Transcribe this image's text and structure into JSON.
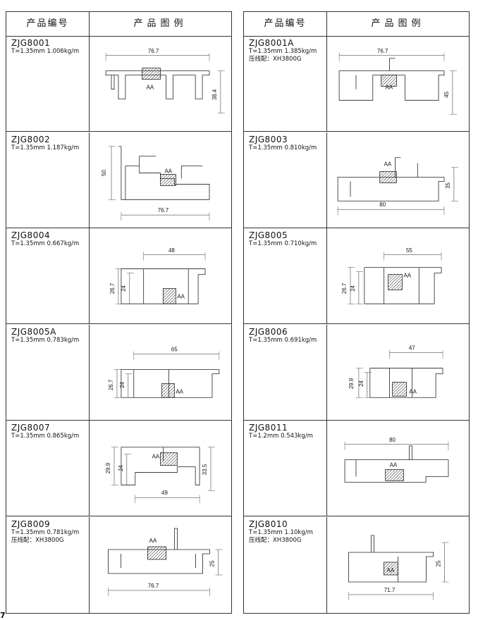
{
  "header": {
    "code_col": "产品编号",
    "drawing_col": "产品图例"
  },
  "left": [
    {
      "code": "ZJG8001",
      "spec": "T=1.35mm 1.006kg/m",
      "note": "",
      "dims": [
        "76.7",
        "38.4"
      ],
      "label": "AA"
    },
    {
      "code": "ZJG8002",
      "spec": "T=1.35mm 1.187kg/m",
      "note": "",
      "dims": [
        "50",
        "76.7"
      ],
      "label": "AA"
    },
    {
      "code": "ZJG8004",
      "spec": "T=1.35mm 0.667kg/m",
      "note": "",
      "dims": [
        "48",
        "26.7",
        "24"
      ],
      "label": "AA"
    },
    {
      "code": "ZJG8005A",
      "spec": "T=1.35mm 0.783kg/m",
      "note": "",
      "dims": [
        "65",
        "26.7",
        "24"
      ],
      "label": "AA"
    },
    {
      "code": "ZJG8007",
      "spec": "T=1.35mm 0.865kg/m",
      "note": "",
      "dims": [
        "29.9",
        "24",
        "33.5",
        "49"
      ],
      "label": "AA"
    },
    {
      "code": "ZJG8009",
      "spec": "T=1.35mm 0.781kg/m",
      "note": "压线配：XH3800G",
      "dims": [
        "25",
        "76.7"
      ],
      "label": "AA"
    }
  ],
  "right": [
    {
      "code": "ZJG8001A",
      "spec": "T=1.35mm 1.385kg/m",
      "note": "压线配：XH3800G",
      "dims": [
        "76.7",
        "45"
      ],
      "label": "AA"
    },
    {
      "code": "ZJG8003",
      "spec": "T=1.35mm 0.810kg/m",
      "note": "",
      "dims": [
        "35",
        "80"
      ],
      "label": "AA"
    },
    {
      "code": "ZJG8005",
      "spec": "T=1.35mm 0.710kg/m",
      "note": "",
      "dims": [
        "55",
        "26.7",
        "24"
      ],
      "label": "AA"
    },
    {
      "code": "ZJG8006",
      "spec": "T=1.35mm 0.691kg/m",
      "note": "",
      "dims": [
        "47",
        "29.9",
        "24"
      ],
      "label": "AA"
    },
    {
      "code": "ZJG8011",
      "spec": "T=1.2mm 0.543kg/m",
      "note": "",
      "dims": [
        "80"
      ],
      "label": "AA"
    },
    {
      "code": "ZJG8010",
      "spec": "T=1.35mm 1.10kg/m",
      "note": "压线配：XH3800G",
      "dims": [
        "25",
        "71.7"
      ],
      "label": "AA"
    }
  ],
  "page_number": "7"
}
